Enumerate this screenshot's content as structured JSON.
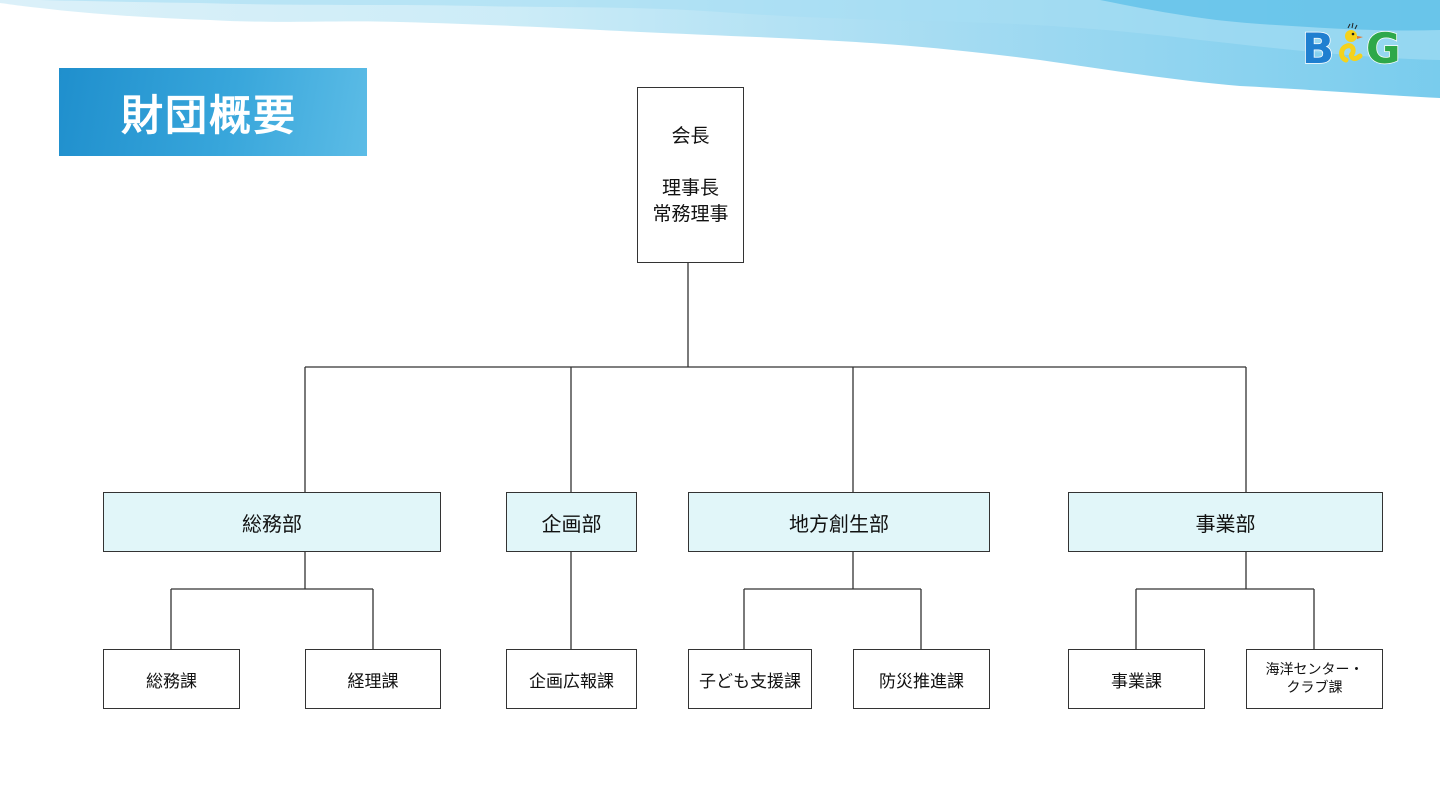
{
  "page": {
    "title": "財団概要",
    "logo_text": "B&G"
  },
  "top": {
    "chairman": "会長",
    "director": "理事長",
    "executive": "常務理事"
  },
  "departments": [
    {
      "label": "総務部",
      "sections": [
        "総務課",
        "経理課"
      ]
    },
    {
      "label": "企画部",
      "sections": [
        "企画広報課"
      ]
    },
    {
      "label": "地方創生部",
      "sections": [
        "子ども支援課",
        "防災推進課"
      ]
    },
    {
      "label": "事業部",
      "sections": [
        "事業課",
        "海洋センター・\nクラブ課"
      ]
    }
  ],
  "colors": {
    "title_band": "#2596d3",
    "department_fill": "#e1f6f9",
    "line": "#333333",
    "logo_blue": "#1f7fd0",
    "logo_green": "#2ea84a",
    "logo_yellow": "#f5d21b"
  }
}
